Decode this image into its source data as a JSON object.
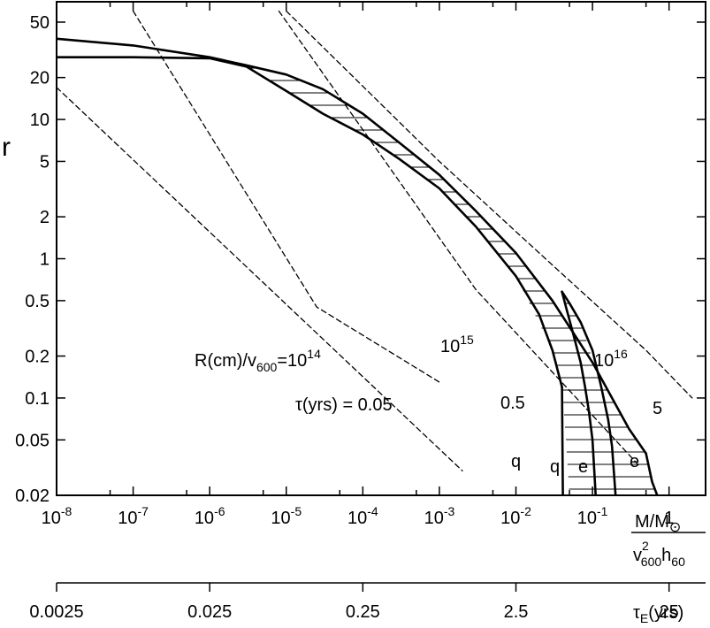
{
  "chart_data": {
    "type": "line",
    "x_axis": {
      "scale": "log",
      "range": [
        1e-08,
        3
      ],
      "ticks": [
        {
          "value": 1e-08,
          "base": "10",
          "exp": "-8"
        },
        {
          "value": 1e-07,
          "base": "10",
          "exp": "-7"
        },
        {
          "value": 1e-06,
          "base": "10",
          "exp": "-6"
        },
        {
          "value": 1e-05,
          "base": "10",
          "exp": "-5"
        },
        {
          "value": 0.0001,
          "base": "10",
          "exp": "-4"
        },
        {
          "value": 0.001,
          "base": "10",
          "exp": "-3"
        },
        {
          "value": 0.01,
          "base": "10",
          "exp": "-2"
        },
        {
          "value": 0.1,
          "base": "10",
          "exp": "-1"
        },
        {
          "value": 1,
          "base": "1",
          "exp": ""
        }
      ],
      "label": {
        "num": "M/M",
        "sun": "⊙",
        "den_pre": "v",
        "den_sup": "2",
        "den_sub": "600",
        "den_post": "h",
        "den_sub2": "60"
      }
    },
    "y_axis": {
      "scale": "log",
      "range": [
        0.02,
        70
      ],
      "label": "r",
      "ticks": [
        {
          "value": 50,
          "label": "50"
        },
        {
          "value": 20,
          "label": "20"
        },
        {
          "value": 10,
          "label": "10"
        },
        {
          "value": 5,
          "label": "5"
        },
        {
          "value": 2,
          "label": "2"
        },
        {
          "value": 1,
          "label": "1"
        },
        {
          "value": 0.5,
          "label": "0.5"
        },
        {
          "value": 0.2,
          "label": "0.2"
        },
        {
          "value": 0.1,
          "label": "0.1"
        },
        {
          "value": 0.05,
          "label": "0.05"
        },
        {
          "value": 0.02,
          "label": "0.02"
        }
      ]
    },
    "tau_axis": {
      "label_pre": "τ",
      "label_sub": "E",
      "label_post": "(yrs)",
      "ticks": [
        {
          "value": 1e-08,
          "label": "0.0025"
        },
        {
          "value": 1e-06,
          "label": "0.025"
        },
        {
          "value": 0.0001,
          "label": "0.25"
        },
        {
          "value": 0.01,
          "label": "2.5"
        },
        {
          "value": 1,
          "label": "25"
        }
      ]
    },
    "series": [
      {
        "key": "big_lower",
        "style": "solid",
        "x": [
          1e-08,
          1e-07,
          1e-06,
          3e-06,
          1e-05,
          3e-05,
          0.0001,
          0.0003,
          0.001,
          0.003,
          0.01,
          0.02,
          0.03,
          0.04
        ],
        "y": [
          28,
          28,
          27.5,
          24,
          16,
          11,
          7.8,
          5.2,
          3.2,
          1.7,
          0.75,
          0.4,
          0.22,
          0.12
        ]
      },
      {
        "key": "big_upper",
        "style": "solid",
        "x": [
          1e-08,
          1e-07,
          1e-06,
          3e-06,
          1e-05,
          3e-05,
          0.0001,
          0.0003,
          0.001,
          0.003,
          0.01,
          0.03,
          0.1,
          0.2,
          0.3,
          0.5
        ],
        "y": [
          38,
          34,
          28,
          24.5,
          21,
          16.5,
          11,
          6.8,
          4.0,
          2.2,
          1.1,
          0.5,
          0.18,
          0.09,
          0.06,
          0.04
        ]
      },
      {
        "key": "big_bottom",
        "style": "solid",
        "x": [
          0.5,
          0.6,
          0.7
        ],
        "y": [
          0.04,
          0.025,
          0.02
        ]
      },
      {
        "key": "small_left",
        "style": "solid",
        "x": [
          0.04,
          0.045,
          0.055,
          0.07,
          0.08,
          0.09,
          0.1,
          0.11
        ],
        "y": [
          0.58,
          0.45,
          0.3,
          0.18,
          0.12,
          0.08,
          0.05,
          0.02
        ]
      },
      {
        "key": "small_right",
        "style": "solid",
        "x": [
          0.04,
          0.05,
          0.07,
          0.1,
          0.13,
          0.16,
          0.18,
          0.19,
          0.2
        ],
        "y": [
          0.58,
          0.48,
          0.35,
          0.22,
          0.12,
          0.07,
          0.045,
          0.03,
          0.02
        ]
      },
      {
        "key": "vert_a",
        "style": "solid",
        "x": [
          0.04,
          0.041
        ],
        "y": [
          0.12,
          0.02
        ]
      },
      {
        "key": "dash_tau",
        "style": "dashed",
        "x": [
          1e-08,
          0.002
        ],
        "y": [
          17,
          0.03
        ]
      },
      {
        "key": "dash_1e14",
        "style": "dashed",
        "x": [
          1e-07,
          2.5e-05,
          0.001
        ],
        "y": [
          60,
          0.45,
          0.13
        ]
      },
      {
        "key": "dash_1e15",
        "style": "dashed",
        "x": [
          8e-06,
          0.003,
          0.4
        ],
        "y": [
          60,
          0.6,
          0.033
        ]
      },
      {
        "key": "dash_1e16",
        "style": "dashed",
        "x": [
          1e-05,
          0.001,
          0.03,
          0.5,
          2
        ],
        "y": [
          60,
          5,
          0.9,
          0.22,
          0.1
        ]
      }
    ],
    "hatch_regions": [
      {
        "key": "band",
        "x_lo": [
          1e-06,
          3e-06,
          1e-05,
          3e-05,
          0.0001,
          0.0003,
          0.001,
          0.003,
          0.01,
          0.03,
          0.04,
          0.045,
          0.05
        ],
        "y_lo": [
          27.5,
          24,
          16,
          11,
          7.8,
          5.2,
          3.2,
          1.7,
          0.75,
          0.22,
          0.12,
          0.05,
          0.02
        ],
        "x_hi": [
          1e-06,
          3e-06,
          1e-05,
          3e-05,
          0.0001,
          0.0003,
          0.001,
          0.003,
          0.01,
          0.03,
          0.1,
          0.3,
          0.5,
          0.7
        ],
        "y_hi": [
          28,
          24.5,
          21,
          16.5,
          11,
          6.8,
          4.0,
          2.2,
          1.1,
          0.5,
          0.18,
          0.06,
          0.04,
          0.02
        ]
      },
      {
        "key": "inner",
        "x_lo": [
          0.04,
          0.055,
          0.08,
          0.1,
          0.11
        ],
        "y_lo": [
          0.58,
          0.3,
          0.12,
          0.05,
          0.02
        ],
        "x_hi": [
          0.04,
          0.07,
          0.13,
          0.18,
          0.2
        ],
        "y_hi": [
          0.58,
          0.35,
          0.12,
          0.045,
          0.02
        ]
      }
    ],
    "annotations": [
      {
        "key": "r_cm",
        "text_a": "R(cm)/v",
        "sub": "600",
        "text_b": "=10",
        "sup": "14"
      },
      {
        "key": "tau",
        "text": "τ(yrs) = 0.05"
      },
      {
        "key": "t1e15",
        "base": "10",
        "sup": "15"
      },
      {
        "key": "t1e16",
        "base": "10",
        "sup": "16"
      },
      {
        "key": "t05",
        "text": "0.5"
      },
      {
        "key": "t5",
        "text": "5"
      },
      {
        "key": "q1",
        "text": "q"
      },
      {
        "key": "q2",
        "text": "q"
      },
      {
        "key": "e1",
        "text": "e"
      },
      {
        "key": "e2",
        "text": "e"
      }
    ]
  }
}
